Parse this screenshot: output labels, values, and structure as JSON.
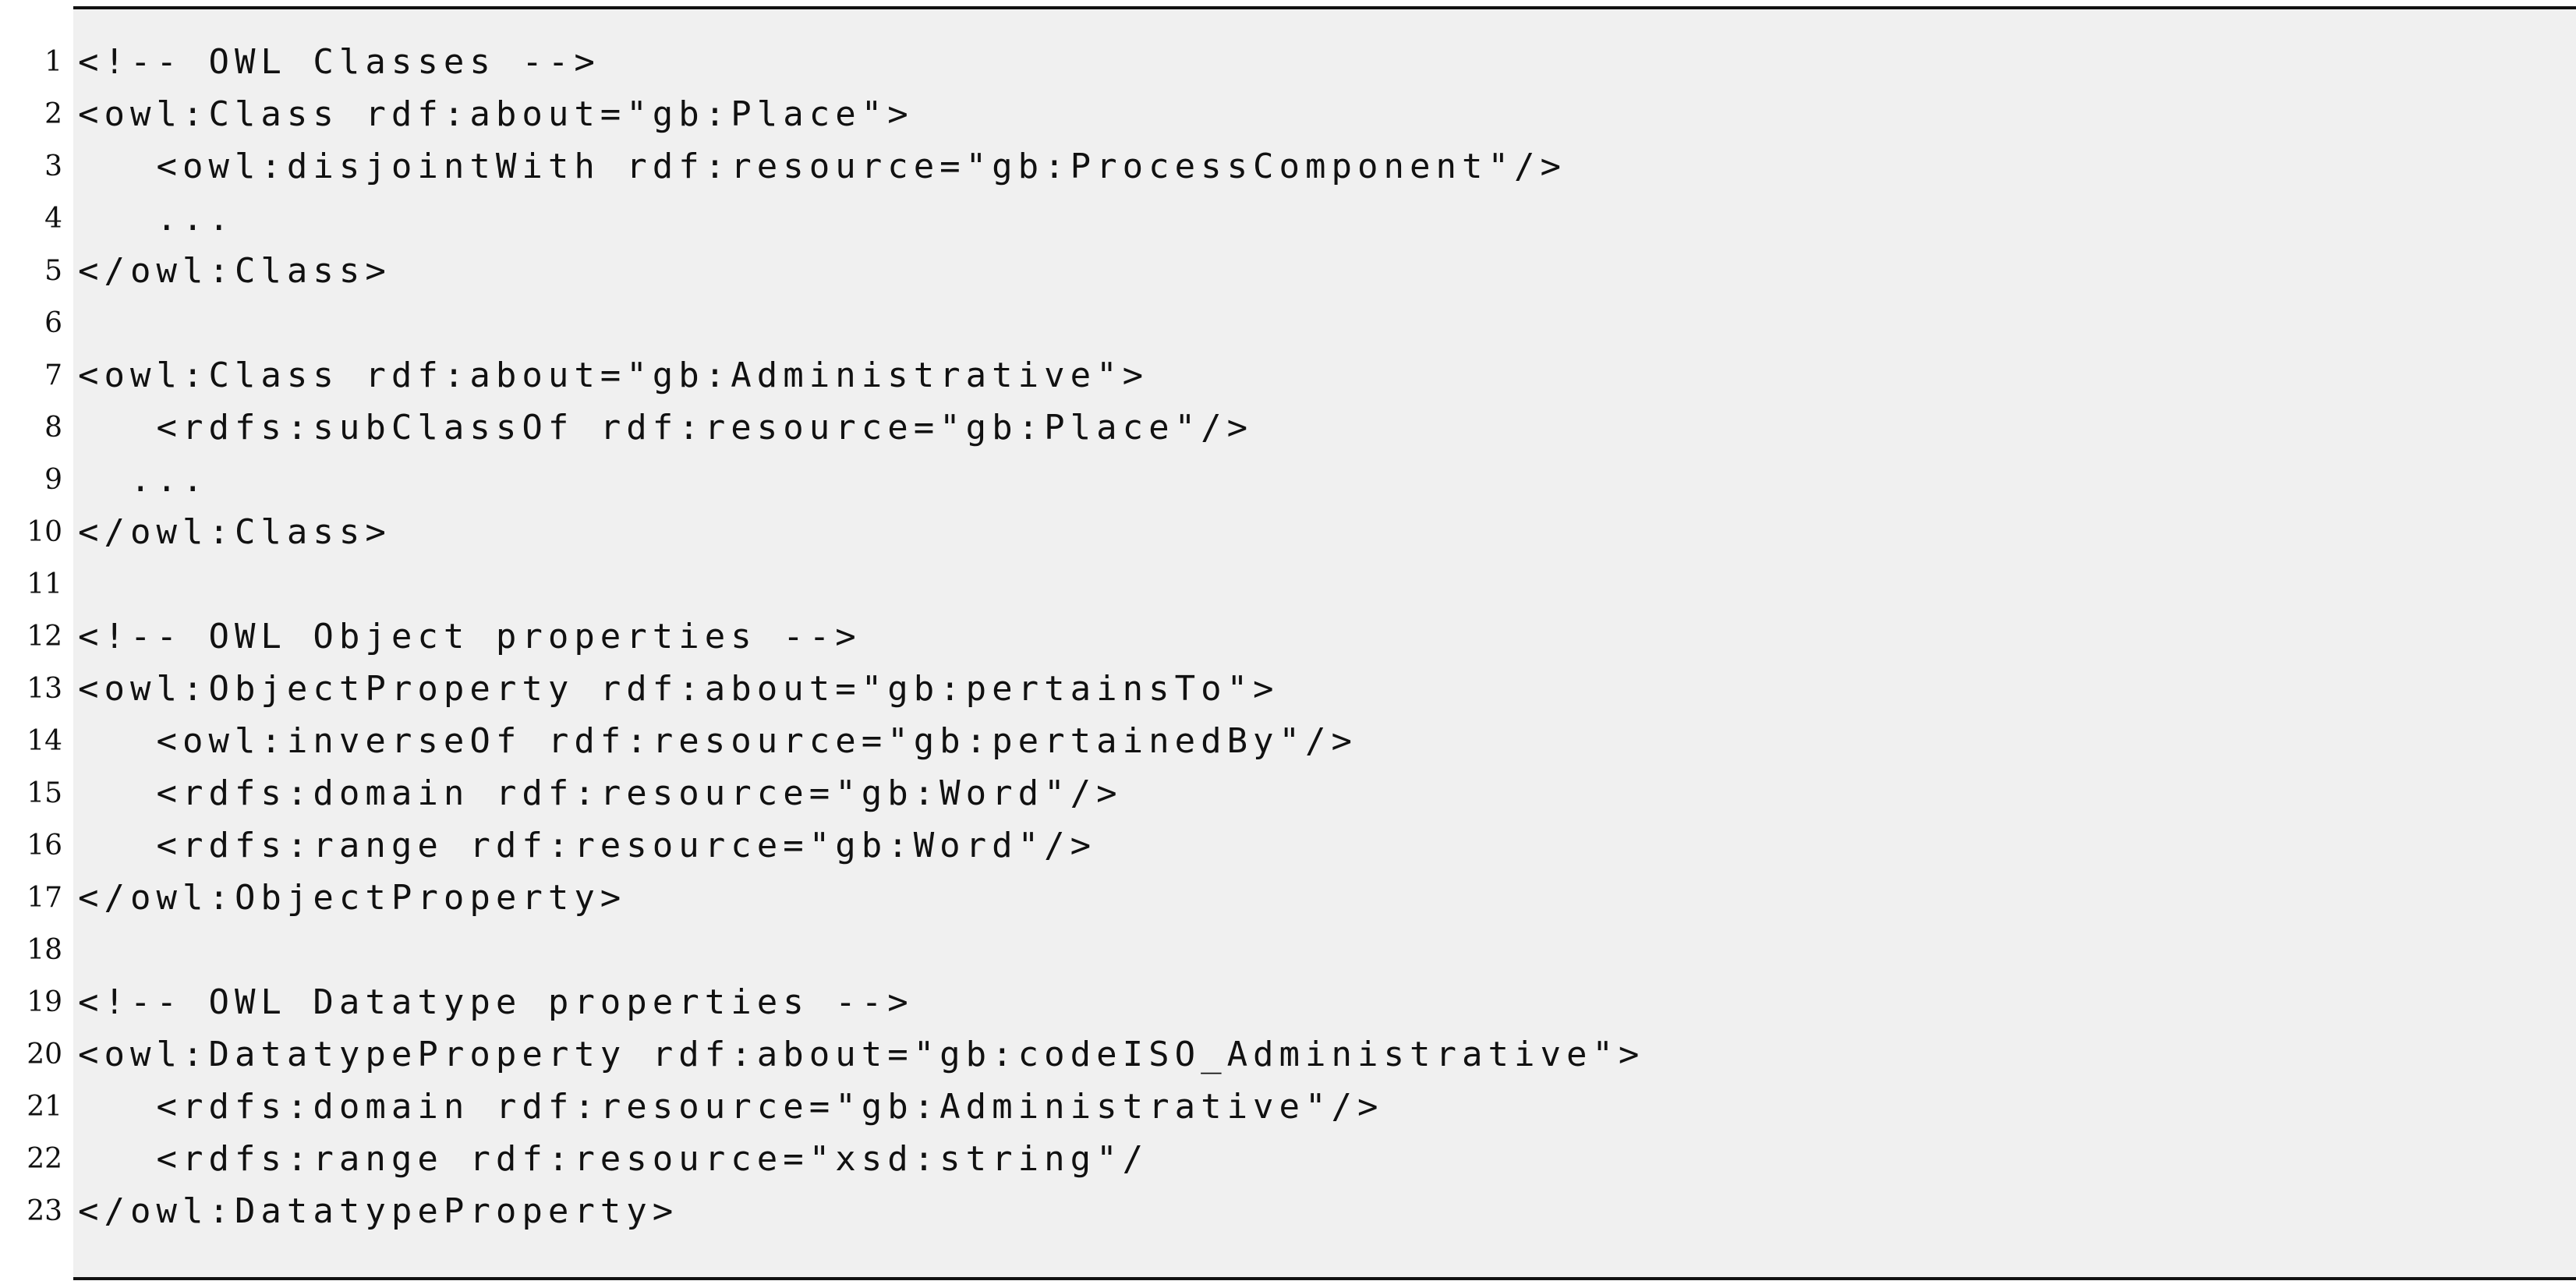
{
  "listing": {
    "lines": [
      {
        "number": "1",
        "text": "<!-- OWL Classes -->"
      },
      {
        "number": "2",
        "text": "<owl:Class rdf:about=\"gb:Place\">"
      },
      {
        "number": "3",
        "text": "   <owl:disjointWith rdf:resource=\"gb:ProcessComponent\"/>"
      },
      {
        "number": "4",
        "text": "   ..."
      },
      {
        "number": "5",
        "text": "</owl:Class>"
      },
      {
        "number": "6",
        "text": ""
      },
      {
        "number": "7",
        "text": "<owl:Class rdf:about=\"gb:Administrative\">"
      },
      {
        "number": "8",
        "text": "   <rdfs:subClassOf rdf:resource=\"gb:Place\"/>"
      },
      {
        "number": "9",
        "text": "  ..."
      },
      {
        "number": "10",
        "text": "</owl:Class>"
      },
      {
        "number": "11",
        "text": ""
      },
      {
        "number": "12",
        "text": "<!-- OWL Object properties -->"
      },
      {
        "number": "13",
        "text": "<owl:ObjectProperty rdf:about=\"gb:pertainsTo\">"
      },
      {
        "number": "14",
        "text": "   <owl:inverseOf rdf:resource=\"gb:pertainedBy\"/>"
      },
      {
        "number": "15",
        "text": "   <rdfs:domain rdf:resource=\"gb:Word\"/>"
      },
      {
        "number": "16",
        "text": "   <rdfs:range rdf:resource=\"gb:Word\"/>"
      },
      {
        "number": "17",
        "text": "</owl:ObjectProperty>"
      },
      {
        "number": "18",
        "text": ""
      },
      {
        "number": "19",
        "text": "<!-- OWL Datatype properties -->"
      },
      {
        "number": "20",
        "text": "<owl:DatatypeProperty rdf:about=\"gb:codeISO_Administrative\">"
      },
      {
        "number": "21",
        "text": "   <rdfs:domain rdf:resource=\"gb:Administrative\"/>"
      },
      {
        "number": "22",
        "text": "   <rdfs:range rdf:resource=\"xsd:string\"/"
      },
      {
        "number": "23",
        "text": "</owl:DatatypeProperty>"
      }
    ]
  }
}
